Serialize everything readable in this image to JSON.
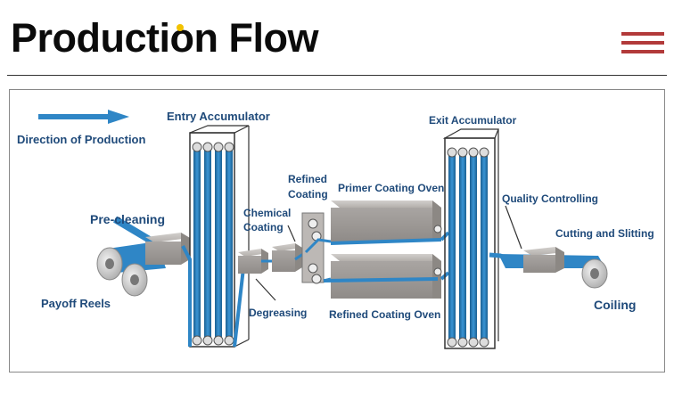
{
  "header": {
    "title": "Production Flow",
    "menu_icon": "hamburger-menu-icon",
    "menu_color": "#b23a3a"
  },
  "diagram": {
    "colors": {
      "label": "#1f4a7a",
      "strip": "#2f86c6",
      "strip_dark": "#1a5f92",
      "equipment": "#a9a5a2"
    },
    "labels": {
      "direction": "Direction of Production",
      "entry_accumulator": "Entry Accumulator",
      "pre_cleaning": "Pre-cleaning",
      "payoff_reels": "Payoff Reels",
      "chemical_coating_1": "Chemical",
      "chemical_coating_2": "Coating",
      "refined_coating_1": "Refined",
      "refined_coating_2": "Coating",
      "degreasing": "Degreasing",
      "primer_coating_oven": "Primer Coating Oven",
      "refined_coating_oven": "Refined Coating Oven",
      "exit_accumulator": "Exit Accumulator",
      "quality_controlling": "Quality Controlling",
      "cutting_and_slitting": "Cutting and Slitting",
      "coiling": "Coiling"
    }
  }
}
